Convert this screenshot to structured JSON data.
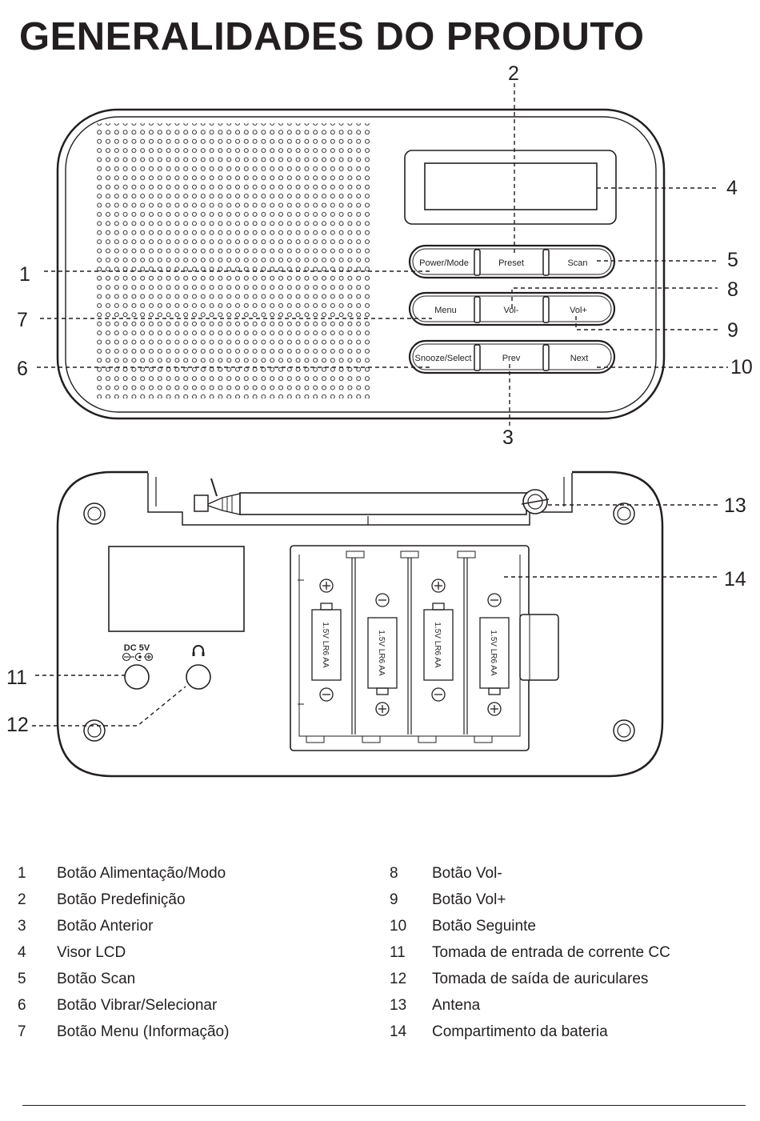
{
  "title": "GENERALIDADES DO PRODUTO",
  "front_view": {
    "buttons": {
      "power_mode": "Power/Mode",
      "preset": "Preset",
      "scan": "Scan",
      "menu": "Menu",
      "vol_minus": "Vol-",
      "vol_plus": "Vol+",
      "snooze_select": "Snooze/Select",
      "prev": "Prev",
      "next": "Next"
    }
  },
  "back_view": {
    "dc_label": "DC 5V",
    "battery_label": "1.5V LR6 AA"
  },
  "callouts": {
    "c1": "1",
    "c2": "2",
    "c3": "3",
    "c4": "4",
    "c5": "5",
    "c6": "6",
    "c7": "7",
    "c8": "8",
    "c9": "9",
    "c10": "10",
    "c11": "11",
    "c12": "12",
    "c13": "13",
    "c14": "14"
  },
  "legend": {
    "left": [
      {
        "num": "1",
        "text": "Botão Alimentação/Modo"
      },
      {
        "num": "2",
        "text": "Botão Predefinição"
      },
      {
        "num": "3",
        "text": "Botão Anterior"
      },
      {
        "num": "4",
        "text": "Visor LCD"
      },
      {
        "num": "5",
        "text": "Botão Scan"
      },
      {
        "num": "6",
        "text": "Botão Vibrar/Selecionar"
      },
      {
        "num": "7",
        "text": "Botão Menu (Informação)"
      }
    ],
    "right": [
      {
        "num": "8",
        "text": "Botão Vol-"
      },
      {
        "num": "9",
        "text": "Botão Vol+"
      },
      {
        "num": "10",
        "text": "Botão Seguinte"
      },
      {
        "num": "11",
        "text": "Tomada de entrada de corrente CC"
      },
      {
        "num": "12",
        "text": "Tomada de saída de auriculares"
      },
      {
        "num": "13",
        "text": "Antena"
      },
      {
        "num": "14",
        "text": "Compartimento da bateria"
      }
    ]
  }
}
